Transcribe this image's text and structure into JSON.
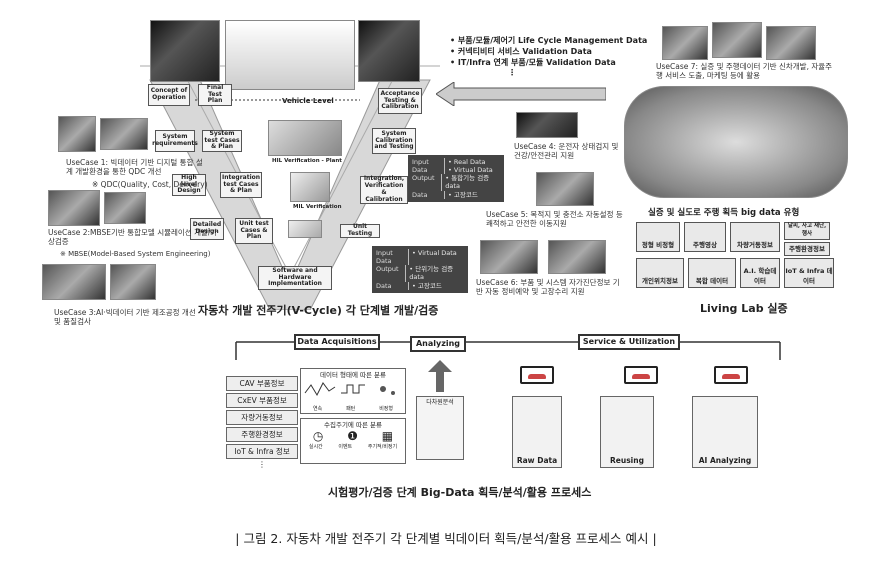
{
  "vcycle": {
    "boxes": {
      "concept": "Concept of Operation",
      "final_test": "Final Test Plan",
      "acceptance": "Acceptance Testing & Calibration",
      "vehicle_level": "Vehicle Level",
      "system_req": "System requirements",
      "system_test": "System test Cases & Plan",
      "system_calib": "System Calibration and Testing",
      "hil": "HIL Verification - Plant",
      "high_level": "High level Design",
      "integration_test": "Integration test Cases & Plan",
      "integration": "Integration, Verification & Calibration",
      "mil": "MIL Verification",
      "detailed": "Detailed Design",
      "unit_test_cases": "Unit test Cases & Plan",
      "unit_testing": "Unit Testing",
      "sw_hw": "Software and Hardware Implementation"
    },
    "title": "자동차 개발 전주기(V-Cycle) 각 단계별 개발/검증"
  },
  "top_bullets": [
    "• 부품/모듈/제어기 Life Cycle Management Data",
    "• 커넥티비티 서비스 Validation Data",
    "• IT/Infra 연계 부품/모듈 Validation Data",
    "⋮"
  ],
  "usecases": {
    "uc1": "UseCase 1: 빅데이터 기반 디지털 통합 설계 개발환경을 통한 QDC 개선",
    "uc1b": "※ QDC(Quality, Cost, Delivery)",
    "uc2": "UseCase 2:MBSE기반 통합모델 시뮬레이션 개발/가상검증",
    "uc2b": "※ MBSE(Model-Based System Engineering)",
    "uc3": "UseCase 3:AI·빅데이터 기반 제조공정 개선 및 품질검사",
    "uc4": "UseCase 4: 운전자 상태검지 및 건강/안전관리 지원",
    "uc5": "UseCase 5: 목적지 및 충전소 자동설정 등 쾌적하고 안전한 이동지원",
    "uc6": "UseCase 6: 부품 및 시스템 자가진단정보 기반 자동 정비예약 및 고장수리 지원",
    "uc7": "UseCase 7: 실증 및 주행데이터 기반 신차개발, 자율주행 서비스 도출, 마케팅 등에 활용"
  },
  "panel1": {
    "input": "Input",
    "data": "Data",
    "output": "Output",
    "in1": "Real Data",
    "in2": "Virtual Data",
    "out1": "통합기능 검증 data",
    "out2": "고장코드"
  },
  "panel2": {
    "input": "Input",
    "data": "Data",
    "output": "Output",
    "in1": "Virtual Data",
    "out1": "단위기능 검증 data",
    "out2": "고장코드"
  },
  "living_lab": {
    "heading": "실증 및 실도로 주행 획득 big data 유형",
    "cells": [
      "정형 비정형",
      "주행영상",
      "차량거동정보",
      "날씨, 사고 재난, 행사",
      "주행환경정보",
      "개인위치정보",
      "복합 데이터",
      "A.I. 학습데이터",
      "IoT & Infra 데이터"
    ],
    "title": "Living Lab 실증"
  },
  "process": {
    "data_acq": "Data Acquisitions",
    "analyzing": "Analyzing",
    "service": "Service & Utilization",
    "items": [
      "CAV 부품정보",
      "CxEV 부품정보",
      "자량거동정보",
      "주행환경정보",
      "IoT & Infra 정보",
      "⋮"
    ],
    "form_title": "데이터 형태에 따른 분류",
    "form_labels": [
      "연속",
      "패턴",
      "비정형"
    ],
    "cycle_title": "수집주기에 따른 분류",
    "cycle_labels": [
      "실시간",
      "이벤트",
      "주기적/비정기"
    ],
    "multi": "다차원분석",
    "raw": "Raw Data",
    "reusing": "Reusing",
    "ai": "AI Analyzing",
    "title": "시험평가/검증 단계 Big-Data 획득/분석/활용 프로세스"
  },
  "caption": "| 그림 2. 자동차 개발 전주기 각 단계별 빅데이터 획득/분석/활용 프로세스 예시 |"
}
